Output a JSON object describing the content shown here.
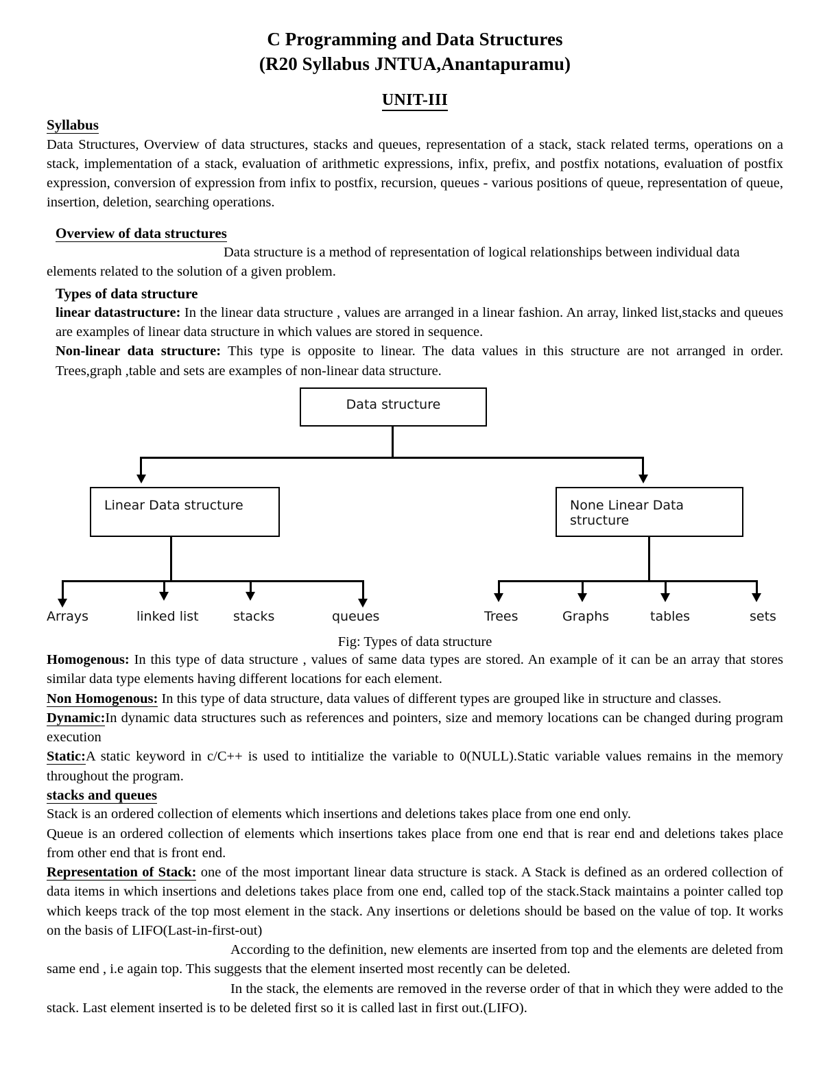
{
  "document": {
    "title_line1": "C Programming and Data Structures",
    "title_line2": "(R20 Syllabus JNTUA,Anantapuramu)",
    "unit_heading": "UNIT-III"
  },
  "syllabus": {
    "heading": "Syllabus",
    "text": "Data Structures, Overview of data structures, stacks and queues, representation of a  stack,  stack related terms, operations on a stack, implementation of a stack, evaluation of arithmetic expressions, infix, prefix, and postfix notations, evaluation of postfix expression, conversion of expression  from  infix to postfix, recursion, queues - various positions of queue, representation of queue, insertion, deletion, searching operations."
  },
  "overview": {
    "heading": "Overview of data structures",
    "definition": "Data structure is a method of representation of logical relationships between individual data elements related to the solution of a given problem.",
    "types_heading": "Types of data structure",
    "linear_label": "linear datastructure:",
    "linear_text": " In the linear data structure , values are arranged in a linear fashion. An array, linked list,stacks and queues are examples of linear data structure in which values are stored in sequence.",
    "nonlinear_label": "Non-linear data structure:",
    "nonlinear_text": " This type is opposite to linear. The data values in this structure are not arranged in order. Trees,graph ,table and sets are examples of non-linear data structure."
  },
  "diagram": {
    "root": "Data structure",
    "left_branch": "Linear Data structure",
    "right_branch": "None Linear Data structure",
    "left_leaves": [
      "Arrays",
      "linked list",
      "stacks",
      "queues"
    ],
    "right_leaves": [
      "Trees",
      "Graphs",
      "tables",
      "sets"
    ],
    "caption": "Fig: Types of data structure"
  },
  "properties": {
    "homogenous_label": "Homogenous:",
    "homogenous_text": " In this type of data structure , values of same data types are stored. An example of it can be an array that stores similar data type elements having different locations for each element.",
    "non_homogenous_label": "Non Homogenous:",
    "non_homogenous_text": " In this type of data structure, data values of different types are grouped like in structure and classes.",
    "dynamic_label": "Dynamic:",
    "dynamic_text": "In dynamic data structures such as references and pointers, size and memory locations can be changed during program execution",
    "static_label": "Static:",
    "static_text": "A static keyword in c/C++ is used to intitialize the variable to 0(NULL).Static variable values remains in the memory throughout the program."
  },
  "stacks_queues": {
    "heading": "stacks and queues",
    "stack_def": "Stack is an ordered collection of elements which insertions and deletions takes place from one end only.",
    "queue_def": "Queue is an ordered collection of elements which insertions takes place from one end that is rear end and deletions takes place from other end that is front end."
  },
  "representation": {
    "label": "Representation of Stack:",
    "text": "  one of the most important linear data structure is stack. A Stack is defined as an ordered collection of data items in which insertions and deletions takes place from one end, called top of the stack.Stack maintains a pointer called top which keeps track of the top most element in the stack. Any insertions or deletions should be based on the value of top. It works on the basis of LIFO(Last-in-first-out)",
    "para2": "According to the definition, new elements are inserted from top and the elements are deleted from same end , i.e again top. This suggests that the element inserted most recently can be deleted.",
    "para3": "In the stack, the elements are removed in the reverse order of that in which they were added to the stack. Last element inserted is to be deleted first so it is called last in first out.(LIFO)."
  }
}
